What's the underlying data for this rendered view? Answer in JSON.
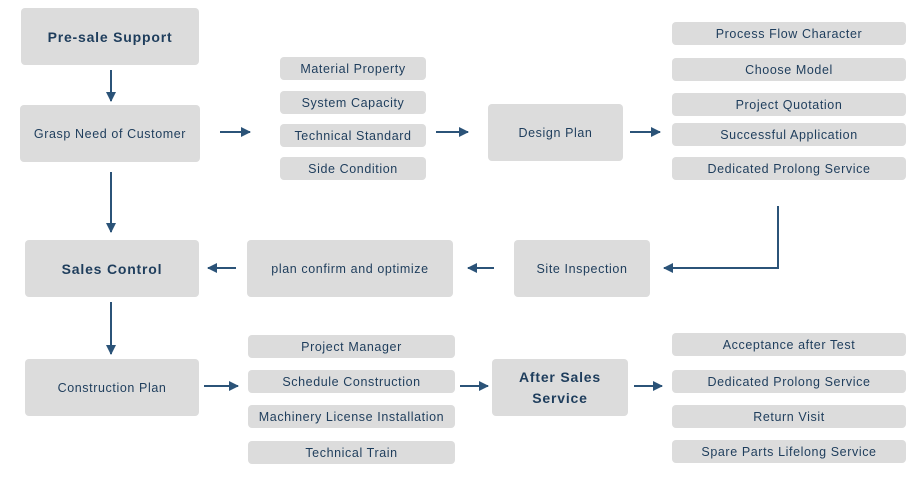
{
  "colors": {
    "box": "#dcdcdc",
    "text": "#1e3d5c",
    "arrow": "#2b5378"
  },
  "main": {
    "presale": "Pre-sale Support",
    "grasp": "Grasp Need of Customer",
    "design": "Design Plan",
    "site": "Site Inspection",
    "plan_confirm": "plan confirm and optimize",
    "sales_control": "Sales Control",
    "construction": "Construction Plan",
    "after_sales": "After Sales Service"
  },
  "needs": [
    "Material Property",
    "System Capacity",
    "Technical Standard",
    "Side Condition"
  ],
  "design_items": [
    "Process Flow Character",
    "Choose Model",
    "Project Quotation",
    "Successful Application",
    "Dedicated Prolong Service"
  ],
  "construction_items": [
    "Project Manager",
    "Schedule Construction",
    "Machinery License Installation",
    "Technical Train"
  ],
  "after_items": [
    "Acceptance after Test",
    "Dedicated Prolong Service",
    "Return Visit",
    "Spare Parts Lifelong Service"
  ]
}
